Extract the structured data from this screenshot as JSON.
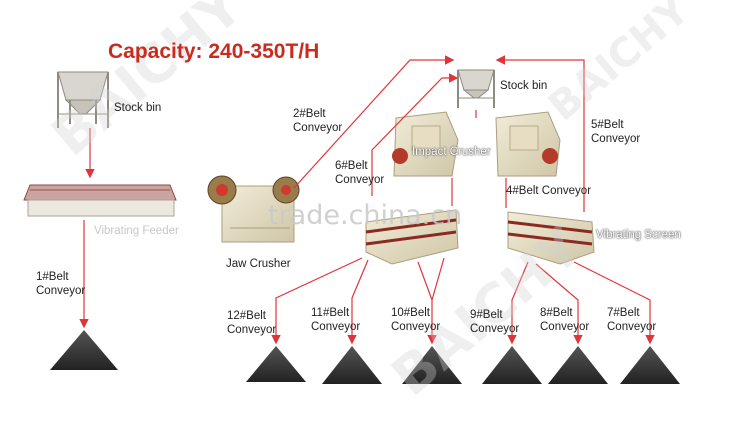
{
  "title": "Capacity: 240-350T/H",
  "labels": {
    "stock_bin_1": "Stock bin",
    "stock_bin_2": "Stock bin",
    "vibrating_feeder": "Vibrating Feeder",
    "jaw_crusher": "Jaw Crusher",
    "impact_crusher": "Impact Crusher",
    "vibrating_screen": "Vibrating Screen",
    "belt1": [
      "1#Belt",
      "Conveyor"
    ],
    "belt2": [
      "2#Belt",
      "Conveyor"
    ],
    "belt4": "4#Belt Conveyor",
    "belt5": [
      "5#Belt",
      "Conveyor"
    ],
    "belt6": [
      "6#Belt",
      "Conveyor"
    ],
    "belt7": [
      "7#Belt",
      "Conveyor"
    ],
    "belt8": [
      "8#Belt",
      "Conveyor"
    ],
    "belt9": [
      "9#Belt",
      "Conveyor"
    ],
    "belt10": [
      "10#Belt",
      "Conveyor"
    ],
    "belt11": [
      "11#Belt",
      "Conveyor"
    ],
    "belt12": [
      "12#Belt",
      "Conveyor"
    ]
  },
  "watermarks": {
    "brand": "BAICHY",
    "site": "trade.china.cn"
  },
  "colors": {
    "title": "#cc2a1e",
    "flow_line": "#e0343a",
    "pile": "#3a3a3a"
  }
}
